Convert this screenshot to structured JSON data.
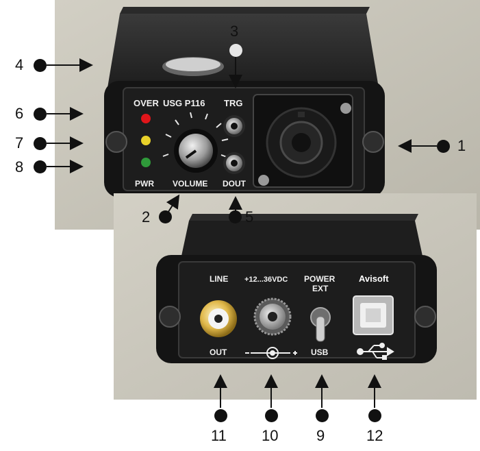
{
  "callouts": {
    "c1": "1",
    "c2": "2",
    "c3": "3",
    "c4": "4",
    "c5": "5",
    "c6": "6",
    "c7": "7",
    "c8": "8",
    "c9": "9",
    "c10": "10",
    "c11": "11",
    "c12": "12"
  },
  "front_panel": {
    "over": "OVER",
    "model": "USG P116",
    "trg": "TRG",
    "volume": "VOLUME",
    "dout": "DOUT",
    "pwr": "PWR",
    "led_colors": [
      "#e0151a",
      "#e8d12a",
      "#2f9a3a"
    ]
  },
  "rear_panel": {
    "line": "LINE",
    "out": "OUT",
    "dc_input": "+12...36VDC",
    "power": "POWER",
    "ext": "EXT",
    "usb": "USB",
    "brand": "Avisoft"
  },
  "icons": [
    "arrow-icon",
    "usb-icon",
    "dc-polarity-icon"
  ]
}
